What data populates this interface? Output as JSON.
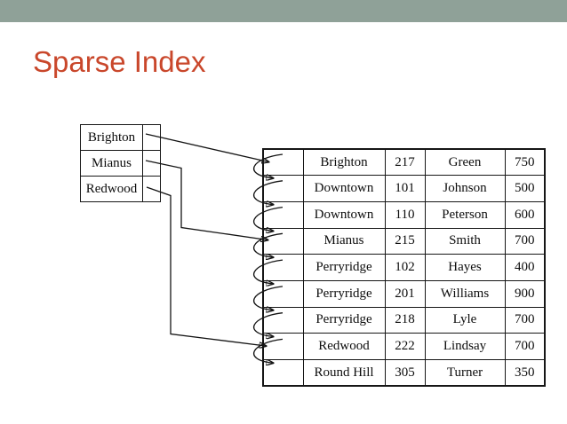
{
  "slide": {
    "title": "Sparse Index"
  },
  "theme": {
    "topbar_color": "#8FA198",
    "title_color": "#C9472B",
    "line_color": "#141414"
  },
  "index_table": {
    "entries": [
      {
        "key": "Brighton"
      },
      {
        "key": "Mianus"
      },
      {
        "key": "Redwood"
      }
    ]
  },
  "data_table": {
    "rows": [
      {
        "branch": "Brighton",
        "number": "217",
        "customer": "Green",
        "balance": "750"
      },
      {
        "branch": "Downtown",
        "number": "101",
        "customer": "Johnson",
        "balance": "500"
      },
      {
        "branch": "Downtown",
        "number": "110",
        "customer": "Peterson",
        "balance": "600"
      },
      {
        "branch": "Mianus",
        "number": "215",
        "customer": "Smith",
        "balance": "700"
      },
      {
        "branch": "Perryridge",
        "number": "102",
        "customer": "Hayes",
        "balance": "400"
      },
      {
        "branch": "Perryridge",
        "number": "201",
        "customer": "Williams",
        "balance": "900"
      },
      {
        "branch": "Perryridge",
        "number": "218",
        "customer": "Lyle",
        "balance": "700"
      },
      {
        "branch": "Redwood",
        "number": "222",
        "customer": "Lindsay",
        "balance": "700"
      },
      {
        "branch": "Round Hill",
        "number": "305",
        "customer": "Turner",
        "balance": "350"
      }
    ]
  }
}
